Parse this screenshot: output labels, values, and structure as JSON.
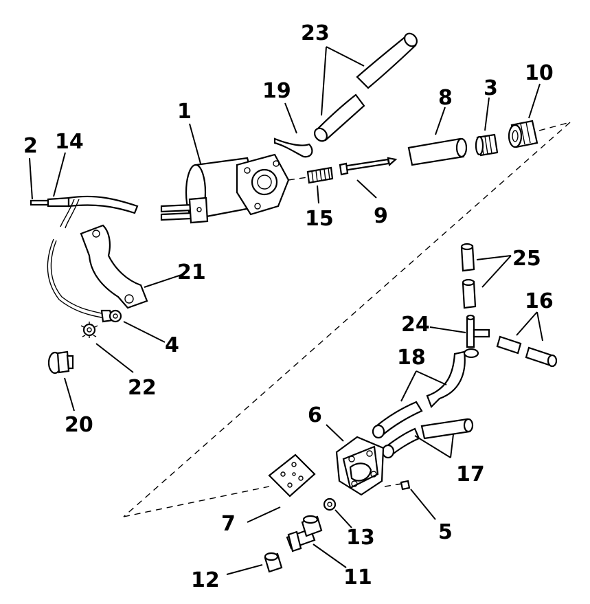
{
  "diagram": {
    "callouts": {
      "p1": "1",
      "p2": "2",
      "p3": "3",
      "p4": "4",
      "p5": "5",
      "p6": "6",
      "p7": "7",
      "p8": "8",
      "p9": "9",
      "p10": "10",
      "p11": "11",
      "p12": "12",
      "p13": "13",
      "p14": "14",
      "p15": "15",
      "p16": "16",
      "p17": "17",
      "p18": "18",
      "p19": "19",
      "p20": "20",
      "p21": "21",
      "p22": "22",
      "p23": "23",
      "p24": "24",
      "p25": "25"
    }
  }
}
